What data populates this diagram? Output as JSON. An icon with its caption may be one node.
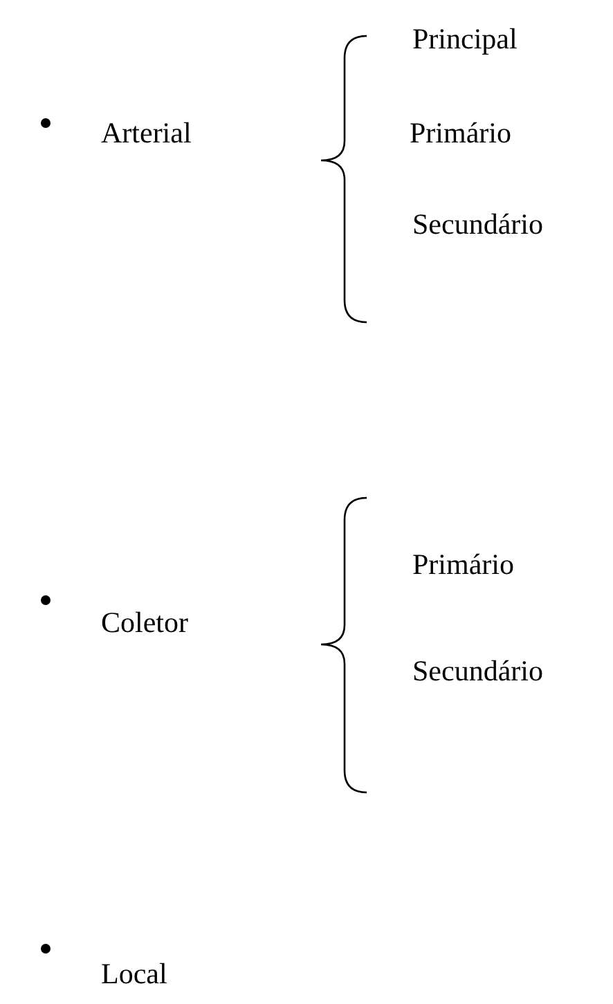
{
  "diagram": {
    "labels": [
      "Principal",
      "Arterial",
      "Primário",
      "Secundário",
      "Primário",
      "Coletor",
      "Secundário",
      "Local"
    ]
  }
}
